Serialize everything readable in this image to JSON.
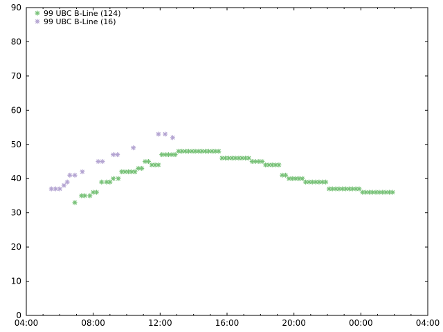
{
  "chart_data": {
    "type": "scatter",
    "title": "",
    "xlabel": "",
    "ylabel": "",
    "x_ticks": [
      "04:00",
      "08:00",
      "12:00",
      "16:00",
      "20:00",
      "00:00",
      "04:00"
    ],
    "x_range_hours": [
      4,
      28
    ],
    "y_ticks": [
      0,
      10,
      20,
      30,
      40,
      50,
      60,
      70,
      80,
      90
    ],
    "ylim": [
      0,
      90
    ],
    "grid": false,
    "legend_position": "top-left",
    "marker": "asterisk",
    "series": [
      {
        "name": "99 UBC B-Line (124)",
        "color": "#77c177",
        "points": [
          [
            6.9,
            33
          ],
          [
            7.3,
            35
          ],
          [
            7.5,
            35
          ],
          [
            7.8,
            35
          ],
          [
            8.0,
            36
          ],
          [
            8.2,
            36
          ],
          [
            8.5,
            39
          ],
          [
            8.8,
            39
          ],
          [
            9.0,
            39
          ],
          [
            9.2,
            40
          ],
          [
            9.5,
            40
          ],
          [
            9.7,
            42
          ],
          [
            9.9,
            42
          ],
          [
            10.1,
            42
          ],
          [
            10.3,
            42
          ],
          [
            10.5,
            42
          ],
          [
            10.7,
            43
          ],
          [
            10.9,
            43
          ],
          [
            11.1,
            45
          ],
          [
            11.3,
            45
          ],
          [
            11.5,
            44
          ],
          [
            11.7,
            44
          ],
          [
            11.9,
            44
          ],
          [
            12.1,
            47
          ],
          [
            12.3,
            47
          ],
          [
            12.5,
            47
          ],
          [
            12.7,
            47
          ],
          [
            12.9,
            47
          ],
          [
            13.1,
            48
          ],
          [
            13.3,
            48
          ],
          [
            13.5,
            48
          ],
          [
            13.7,
            48
          ],
          [
            13.9,
            48
          ],
          [
            14.1,
            48
          ],
          [
            14.3,
            48
          ],
          [
            14.5,
            48
          ],
          [
            14.7,
            48
          ],
          [
            14.9,
            48
          ],
          [
            15.1,
            48
          ],
          [
            15.3,
            48
          ],
          [
            15.5,
            48
          ],
          [
            15.7,
            46
          ],
          [
            15.9,
            46
          ],
          [
            16.1,
            46
          ],
          [
            16.3,
            46
          ],
          [
            16.5,
            46
          ],
          [
            16.7,
            46
          ],
          [
            16.9,
            46
          ],
          [
            17.1,
            46
          ],
          [
            17.3,
            46
          ],
          [
            17.5,
            45
          ],
          [
            17.7,
            45
          ],
          [
            17.9,
            45
          ],
          [
            18.1,
            45
          ],
          [
            18.3,
            44
          ],
          [
            18.5,
            44
          ],
          [
            18.7,
            44
          ],
          [
            18.9,
            44
          ],
          [
            19.1,
            44
          ],
          [
            19.3,
            41
          ],
          [
            19.5,
            41
          ],
          [
            19.7,
            40
          ],
          [
            19.9,
            40
          ],
          [
            20.1,
            40
          ],
          [
            20.3,
            40
          ],
          [
            20.5,
            40
          ],
          [
            20.7,
            39
          ],
          [
            20.9,
            39
          ],
          [
            21.1,
            39
          ],
          [
            21.3,
            39
          ],
          [
            21.5,
            39
          ],
          [
            21.7,
            39
          ],
          [
            21.9,
            39
          ],
          [
            22.1,
            37
          ],
          [
            22.3,
            37
          ],
          [
            22.5,
            37
          ],
          [
            22.7,
            37
          ],
          [
            22.9,
            37
          ],
          [
            23.1,
            37
          ],
          [
            23.3,
            37
          ],
          [
            23.5,
            37
          ],
          [
            23.7,
            37
          ],
          [
            23.9,
            37
          ],
          [
            24.1,
            36
          ],
          [
            24.3,
            36
          ],
          [
            24.5,
            36
          ],
          [
            24.7,
            36
          ],
          [
            24.9,
            36
          ],
          [
            25.1,
            36
          ],
          [
            25.3,
            36
          ],
          [
            25.5,
            36
          ],
          [
            25.7,
            36
          ],
          [
            25.9,
            36
          ]
        ]
      },
      {
        "name": "99 UBC B-Line (16)",
        "color": "#b3a3d1",
        "points": [
          [
            5.5,
            37
          ],
          [
            5.75,
            37
          ],
          [
            6.0,
            37
          ],
          [
            6.25,
            38
          ],
          [
            6.45,
            39
          ],
          [
            6.6,
            41
          ],
          [
            6.9,
            41
          ],
          [
            7.35,
            42
          ],
          [
            8.3,
            45
          ],
          [
            8.55,
            45
          ],
          [
            9.2,
            47
          ],
          [
            9.45,
            47
          ],
          [
            10.4,
            49
          ],
          [
            11.9,
            53
          ],
          [
            12.3,
            53
          ],
          [
            12.75,
            52
          ]
        ]
      }
    ]
  }
}
